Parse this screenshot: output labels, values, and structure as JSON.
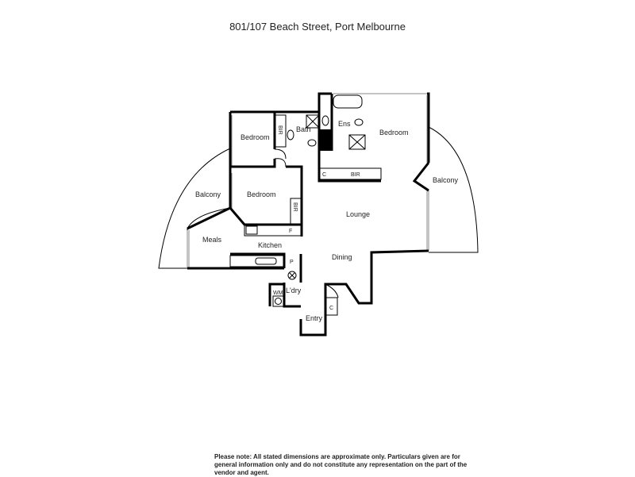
{
  "title": "801/107 Beach Street, Port Melbourne",
  "rooms": {
    "bedroom_left": "Bedroom",
    "bedroom_middle": "Bedroom",
    "bedroom_master": "Bedroom",
    "bath": "Bath",
    "ensuite": "Ens",
    "bir_left": "BIR",
    "bir_middle": "BIR",
    "bir_master": "BIR",
    "cupboard_master": "C",
    "balcony_left": "Balcony",
    "balcony_right": "Balcony",
    "meals": "Meals",
    "kitchen": "Kitchen",
    "lounge": "Lounge",
    "dining": "Dining",
    "fridge": "F",
    "pantry": "P",
    "laundry": "L'dry",
    "washing_machine": "WM",
    "entry": "Entry",
    "cupboard_entry": "C"
  },
  "disclaimer": "Please note:  All stated dimensions are approximate only. Particulars given are for general information only and do not constitute any representation on the part of the vendor and agent."
}
